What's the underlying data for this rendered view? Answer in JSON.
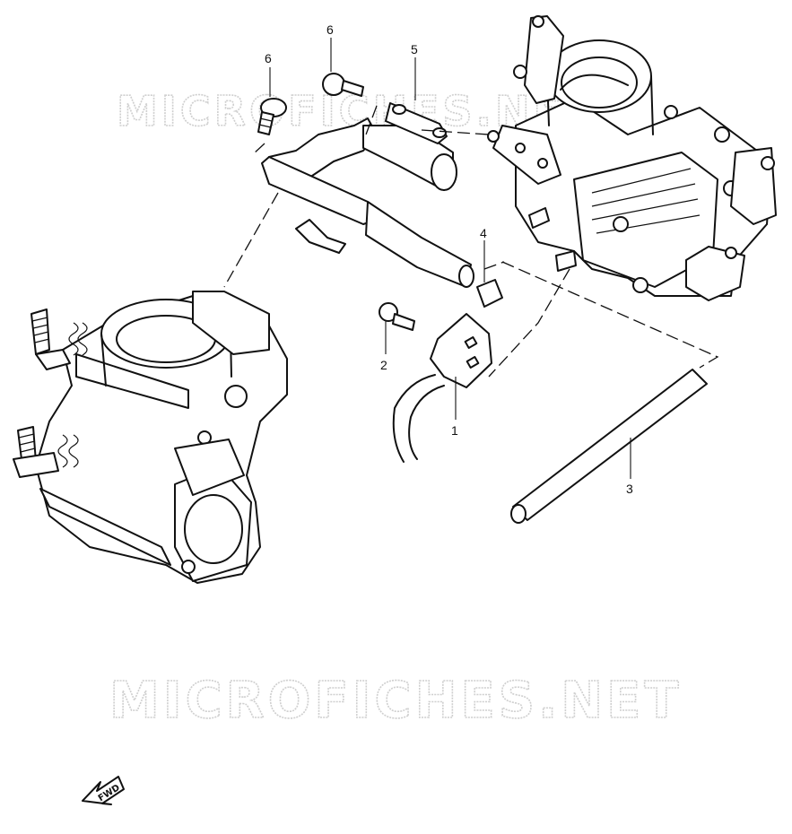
{
  "watermark": {
    "text": "MICROFICHES.NET"
  },
  "callouts": [
    {
      "id": "1",
      "label": "1"
    },
    {
      "id": "2",
      "label": "2"
    },
    {
      "id": "3",
      "label": "3"
    },
    {
      "id": "4",
      "label": "4"
    },
    {
      "id": "5",
      "label": "5"
    },
    {
      "id": "6a",
      "label": "6"
    },
    {
      "id": "6b",
      "label": "6"
    }
  ],
  "fwd_arrow": {
    "label": "FWD",
    "icon": "forward-arrow-icon"
  },
  "colors": {
    "ink": "#111111",
    "watermark": "#cfcfcf",
    "background": "#ffffff"
  }
}
